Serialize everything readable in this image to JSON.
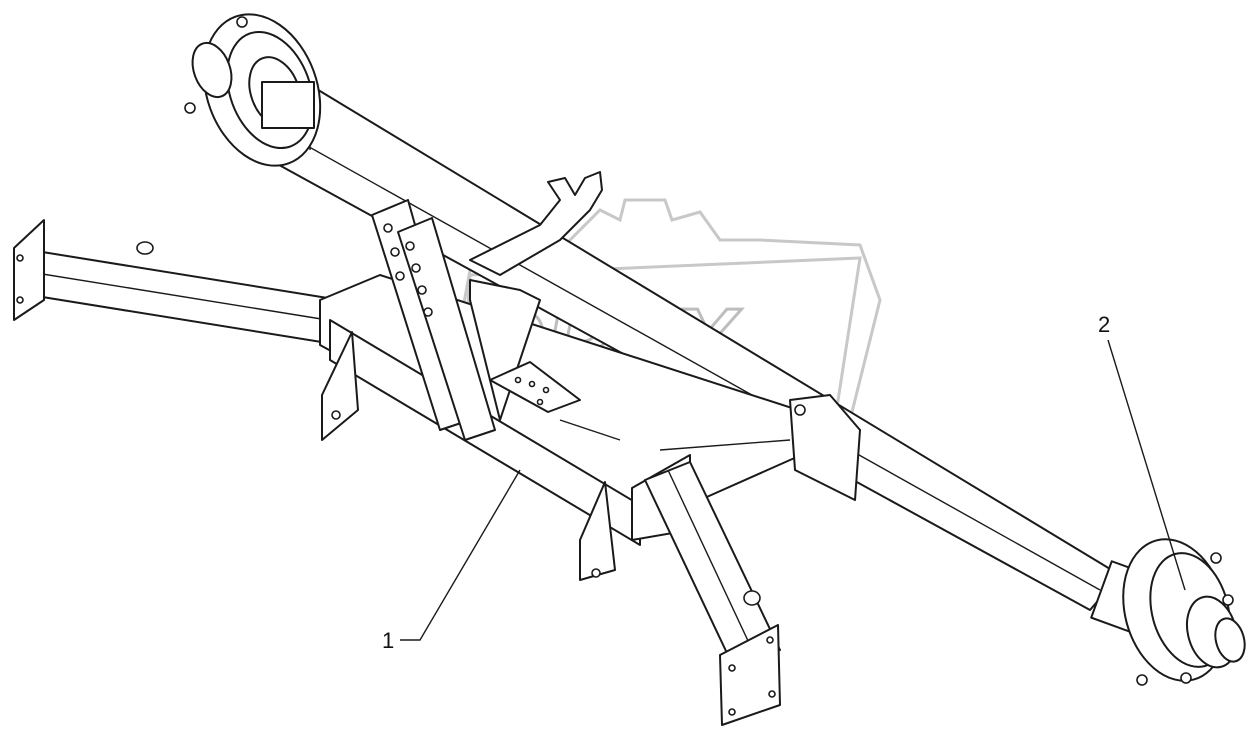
{
  "watermark": {
    "text": "OPEX"
  },
  "callouts": [
    {
      "label": "1"
    },
    {
      "label": "2"
    }
  ]
}
